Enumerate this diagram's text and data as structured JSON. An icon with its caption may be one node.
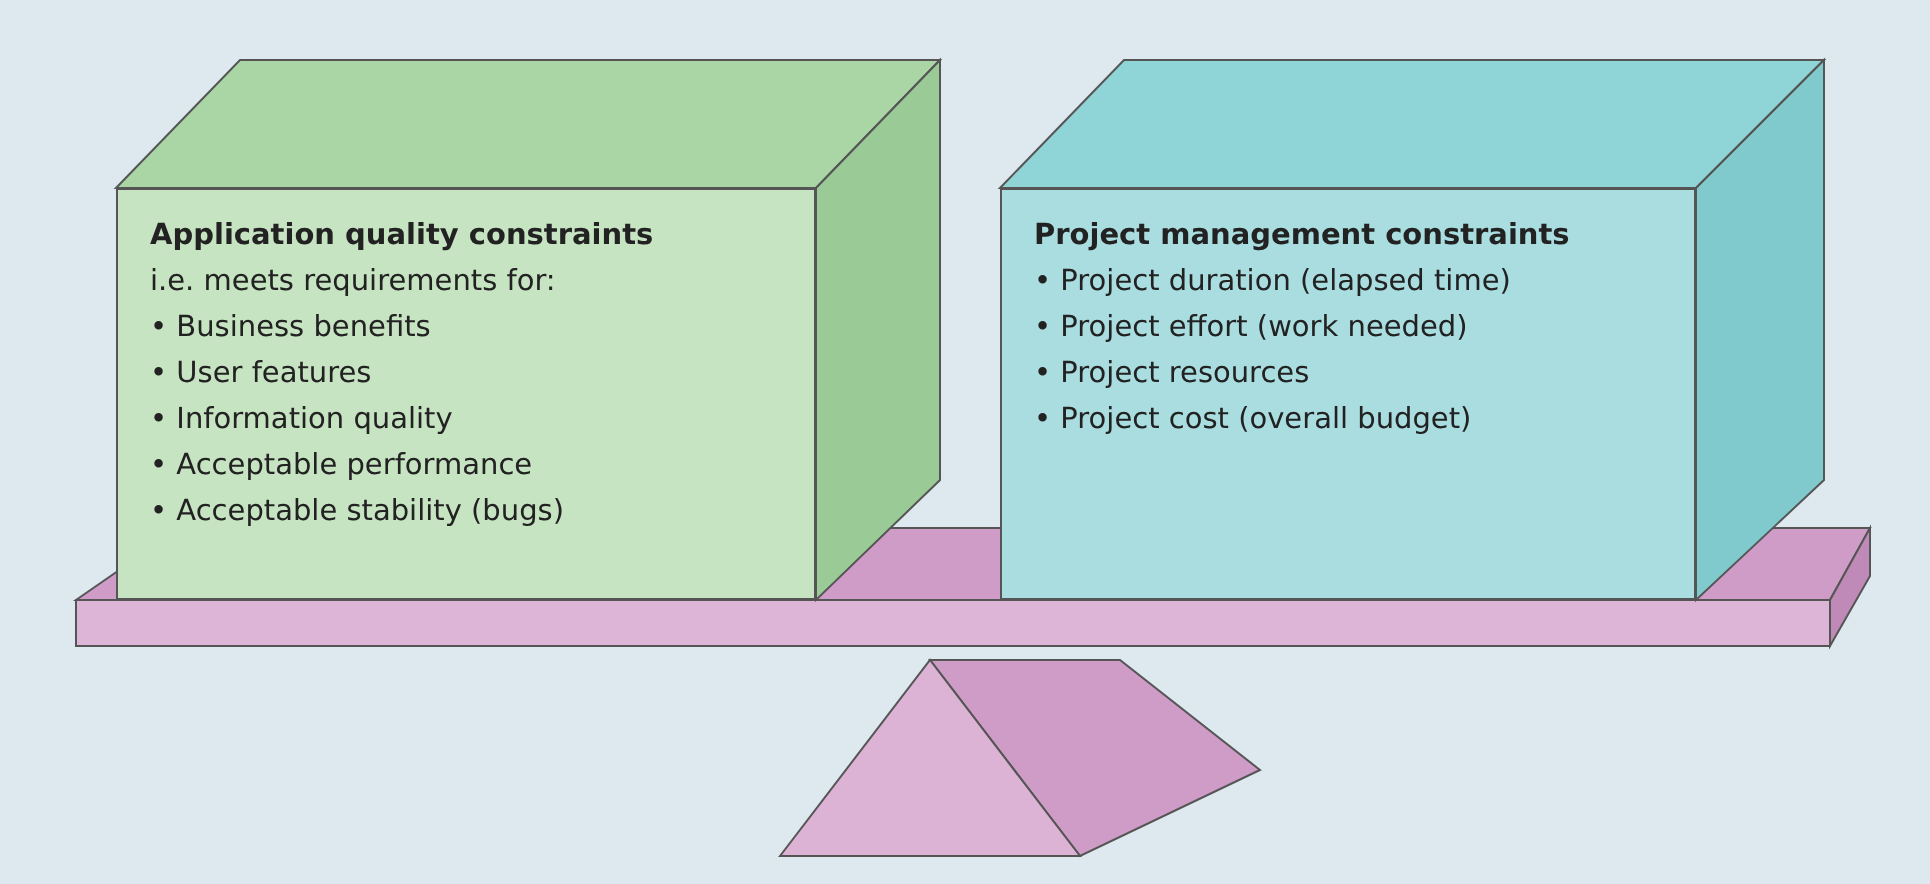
{
  "diagram": {
    "nodes": [
      {
        "text": [
          "Application quality constraints",
          "i.e. meets requirements for:",
          "• Business benefits",
          "• User features",
          "• Information quality",
          "• Acceptable performance",
          "• Acceptable stability (bugs)"
        ]
      },
      {
        "text": [
          "Project management constraints",
          "• Project duration (elapsed time)",
          "• Project effort (work needed)",
          "• Project resources",
          "• Project cost (overall budget)"
        ]
      }
    ],
    "edges": []
  }
}
